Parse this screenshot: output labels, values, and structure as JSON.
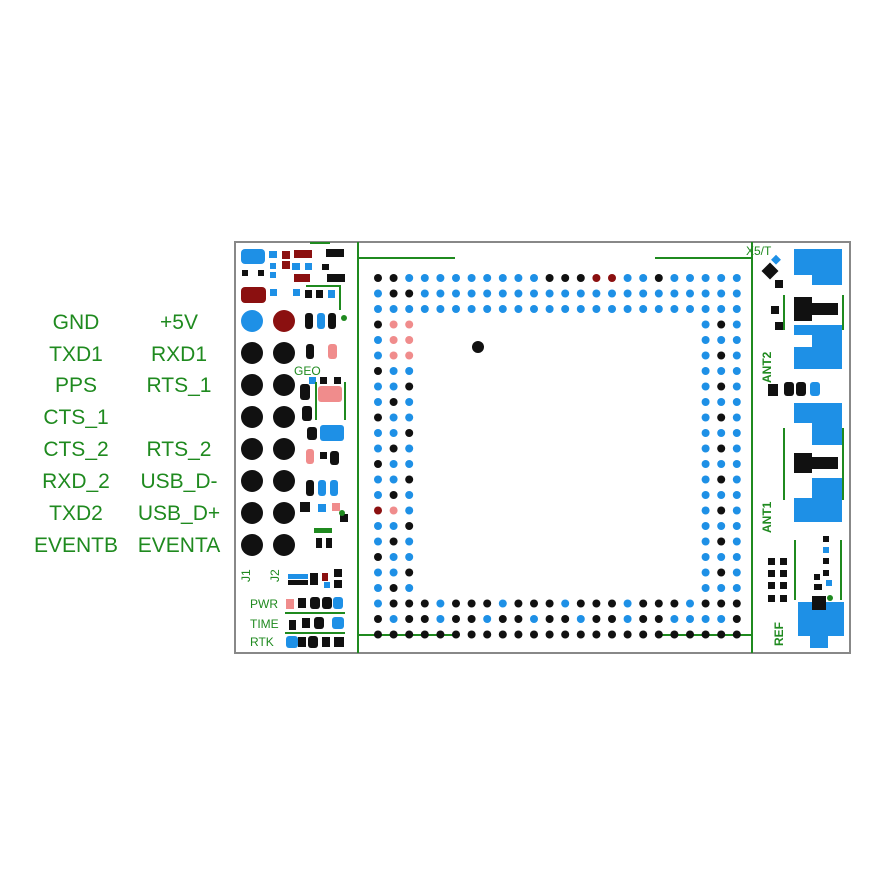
{
  "colors": {
    "silkscreen": "#1f8a1f",
    "pad_blue": "#1e90e6",
    "pad_black": "#111111",
    "pad_pink": "#f08c8c",
    "pad_darkred": "#8b1010",
    "outline": "#888888"
  },
  "pin_header": {
    "left_labels": [
      "GND",
      "TXD1",
      "PPS",
      "CTS_1",
      "CTS_2",
      "RXD_2",
      "TXD2",
      "EVENTB"
    ],
    "right_labels": [
      "+5V",
      "RXD1",
      "RTS_1",
      "",
      "RTS_2",
      "USB_D-",
      "USB_D+",
      "EVENTA"
    ]
  },
  "silkscreen": {
    "j1": "J1",
    "j2": "J2",
    "geo": "GEO",
    "pwr": "PWR",
    "time": "TIME",
    "rtk": "RTK",
    "x5t": "X5/T",
    "ant2": "ANT2",
    "ant1": "ANT1",
    "ref": "REF"
  }
}
